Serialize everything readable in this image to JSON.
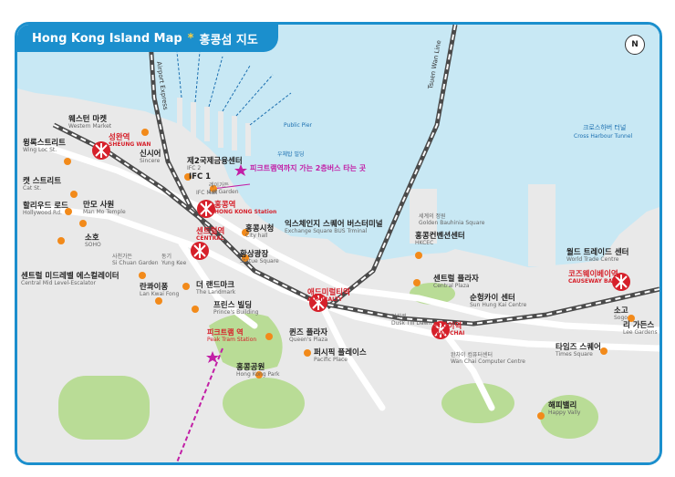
{
  "title": {
    "text": "Hong Kong Island Map",
    "star": "*",
    "korean": "홍콩섬 지도"
  },
  "compass": "N",
  "colors": {
    "sea": "#c8e8f4",
    "land": "#e9e9e9",
    "park": "#b9dc96",
    "frame": "#1b8fcd",
    "rail": "#4a4a4a",
    "mtr": "#d6202a",
    "tram": "#c21fa6",
    "poi": "#f28a1a"
  },
  "stations": [
    {
      "ko": "성완역",
      "en": "SHEUNG WAN"
    },
    {
      "ko": "홍콩역",
      "en": "HONG KONG Station"
    },
    {
      "ko": "센트럴역",
      "en": "CENTRAL"
    },
    {
      "ko": "애드미럴티역",
      "en": "ADMIRALTY"
    },
    {
      "ko": "완차이역",
      "en": "WAN CHAI"
    },
    {
      "ko": "코즈웨이베이역",
      "en": "CAUSEWAY BAY"
    }
  ],
  "places": [
    {
      "ko": "웨스턴 마켓",
      "en": "Western Market"
    },
    {
      "ko": "윙록스트리트",
      "en": "Wing Loc St."
    },
    {
      "ko": "신시어",
      "en": "Sincere"
    },
    {
      "ko": "제2국제금융센터",
      "en": "IFC 2"
    },
    {
      "ko": "IFC 1",
      "en": ""
    },
    {
      "ko": "캣 스트리트",
      "en": "Cat St."
    },
    {
      "ko": "할리우드 로드",
      "en": "Hollywood Rd."
    },
    {
      "ko": "만모 사원",
      "en": "Man Mo Temple"
    },
    {
      "ko": "소호",
      "en": "SOHO"
    },
    {
      "ko": "센트럴 미드레벨 에스컬레이터",
      "en": "Central Mid Level-Escalator"
    },
    {
      "ko": "란콰이퐁",
      "en": "Lan Kwai Fong"
    },
    {
      "ko": "홍콩시청",
      "en": "City hall"
    },
    {
      "ko": "황상광장",
      "en": "Statue Square"
    },
    {
      "ko": "익스체인지 스퀘어 버스터미널",
      "en": "Exchange Square BUS Trminal"
    },
    {
      "ko": "더 랜드마크",
      "en": "The Landmark"
    },
    {
      "ko": "프린스 빌딩",
      "en": "Prince's Building"
    },
    {
      "ko": "퀸즈 플라자",
      "en": "Queen's Plaza"
    },
    {
      "ko": "퍼시픽 플레이스",
      "en": "Pacific Place"
    },
    {
      "ko": "홍콩공원",
      "en": "Hong Kong Park"
    },
    {
      "ko": "센트럴 플라자",
      "en": "Central Plaza"
    },
    {
      "ko": "홍콩컨벤션센터",
      "en": "HKCEC"
    },
    {
      "ko": "순헝카이 센터",
      "en": "Sun Hung Kai Centre"
    },
    {
      "ko": "월드 트레이드 센터",
      "en": "World Trade Centre"
    },
    {
      "ko": "소고",
      "en": "Sogo"
    },
    {
      "ko": "리 가든스",
      "en": "Lee Gardens"
    },
    {
      "ko": "타임즈 스퀘어",
      "en": "Times Square"
    },
    {
      "ko": "해피밸리",
      "en": "Happy Vally"
    },
    {
      "ko": "완차이 컴퓨터센터",
      "en": "Wan Chai Computer Centre"
    }
  ],
  "small_places": [
    {
      "ko": "레이가든",
      "en": "Lei Garden"
    },
    {
      "ko": "사천가든",
      "en": "Si Chuan Garden"
    },
    {
      "ko": "동기",
      "en": "Yung Kee"
    },
    {
      "ko": "딤섬퀸",
      "en": "Dusk Till Dawn"
    },
    {
      "ko": "세계의 정원",
      "en": "Golden Bauhinia Square"
    },
    {
      "ko": "IFC Mall",
      "en": ""
    }
  ],
  "peak_tram": {
    "ko": "피크트램 역",
    "en": "Peak Tram Station"
  },
  "bus_note": "피크트램역까지 가는 2층버스 타는 곳",
  "water_labels": [
    "Airport Express",
    "Tsuen Wan Line",
    "크로스하버 터널",
    "Cross Harbour Tunnel",
    "Public Pier",
    "우체탑 빌딩"
  ]
}
